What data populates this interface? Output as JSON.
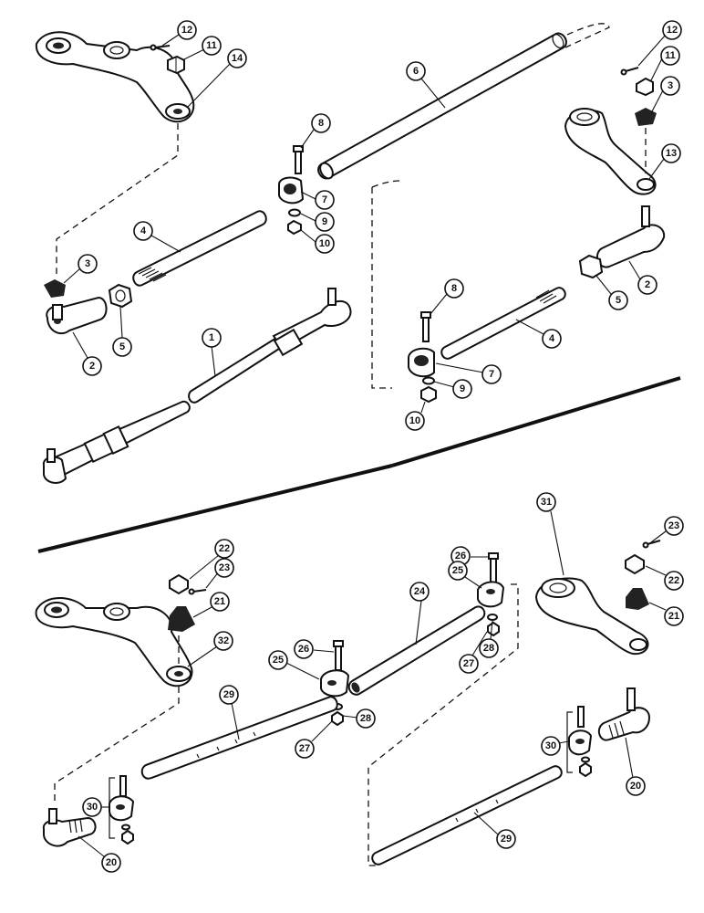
{
  "callouts": {
    "c12a": "12",
    "c11a": "11",
    "c14": "14",
    "c6": "6",
    "c12b": "12",
    "c11b": "11",
    "c3b": "3",
    "c8a": "8",
    "c7a": "7",
    "c9a": "9",
    "c10a": "10",
    "c13": "13",
    "c4a": "4",
    "c3a": "3",
    "c5a": "5",
    "c2a": "2",
    "c1": "1",
    "c2b": "2",
    "c5b": "5",
    "c8b": "8",
    "c4b": "4",
    "c7b": "7",
    "c9b": "9",
    "c10b": "10",
    "c31": "31",
    "c23b": "23",
    "c22b": "22",
    "c21b": "21",
    "c22a": "22",
    "c23a": "23",
    "c21a": "21",
    "c32": "32",
    "c26b": "26",
    "c25b": "25",
    "c24": "24",
    "c28b": "28",
    "c27b": "27",
    "c26a": "26",
    "c25a": "25",
    "c29a": "29",
    "c28a": "28",
    "c27a": "27",
    "c30b": "30",
    "c20b": "20",
    "c30a": "30",
    "c20a": "20",
    "c29b": "29"
  }
}
